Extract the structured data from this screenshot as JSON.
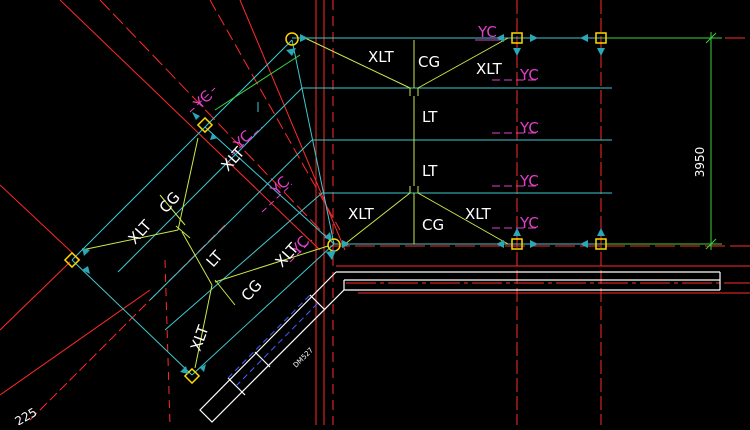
{
  "labels": {
    "xlt": "XLT",
    "cg": "CG",
    "lt": "LT",
    "yc": "YC"
  },
  "dimension": {
    "height_value": "3950",
    "bottom_left_partial": "225",
    "wall_tag": "DM527"
  },
  "colors": {
    "background": "#000000",
    "red_grid": "#ff2a2a",
    "cyan_beam": "#40c8d0",
    "yellow_green": "#c8e84a",
    "magenta": "#e040c8",
    "green_dim": "#3cd23c",
    "yellow_column": "#ffd700",
    "wall": "#ffffff",
    "blue_dash": "#4060ff"
  }
}
